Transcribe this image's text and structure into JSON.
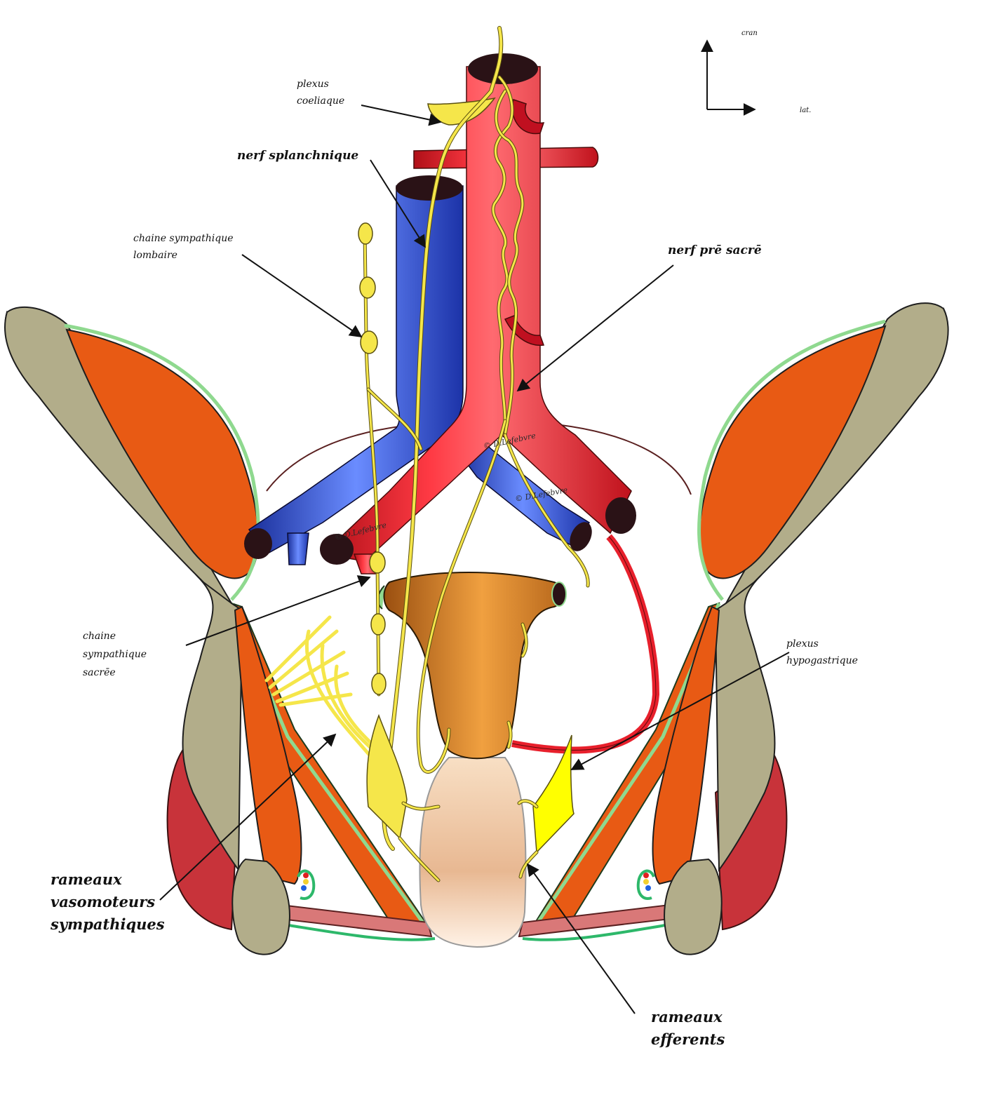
{
  "labels": {
    "plexus_coeliaque": [
      "plexus",
      "coeliaque"
    ],
    "nerf_splanchnique": "nerf splanchnique",
    "chaine_lombaire": [
      "chaine sympathique",
      "lombaire"
    ],
    "nerf_pre_sacre": "nerf prē sacrē",
    "chaine_sacree": [
      "chaine",
      "sympathique",
      "sacrēe"
    ],
    "plexus_hypogastrique": [
      "plexus",
      "hypogastrique"
    ],
    "rameaux_vasomoteurs": [
      "rameaux",
      "vasomoteurs",
      "sympathiques"
    ],
    "rameaux_efferents": [
      "rameaux",
      "efferents"
    ]
  },
  "orientation": {
    "up": "cran",
    "right": "lat."
  },
  "watermark": "© D.Lefebvre",
  "colors": {
    "bone": "#b2ad8a",
    "muscle_orange": "#e85a14",
    "muscle_red": "#c8333a",
    "artery": "#e8202c",
    "vein": "#2d4fd8",
    "nerve": "#f5e64a",
    "uterus": "#d87e28",
    "membrane": "#8fd98f",
    "vessel_lumen": "#2a1216"
  }
}
